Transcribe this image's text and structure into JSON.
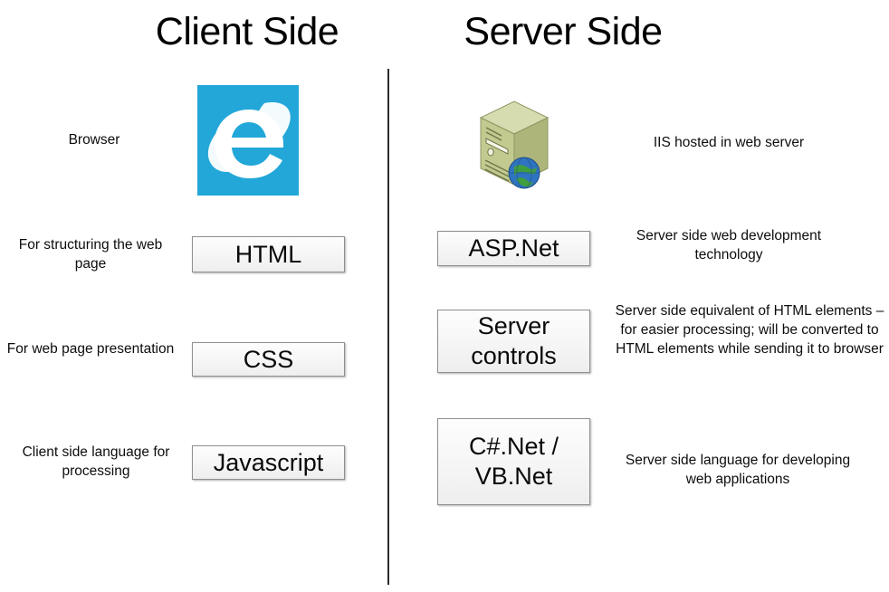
{
  "diagram": {
    "title_left": "Client Side",
    "title_right": "Server Side",
    "divider": "vertical-divider"
  },
  "client_side": {
    "title": "Client Side",
    "rows": [
      {
        "description": "Browser",
        "item": "",
        "icon": "internet-explorer-icon"
      },
      {
        "description": "For structuring the web page",
        "item": "HTML",
        "icon": ""
      },
      {
        "description": "For web page presentation",
        "item": "CSS",
        "icon": ""
      },
      {
        "description": "Client side language for processing",
        "item": "Javascript",
        "icon": ""
      }
    ]
  },
  "server_side": {
    "title": "Server Side",
    "rows": [
      {
        "item": "",
        "icon": "web-server-icon",
        "description": "IIS hosted in web server"
      },
      {
        "item": "ASP.Net",
        "icon": "",
        "description": "Server side web development technology"
      },
      {
        "item": "Server\ncontrols",
        "icon": "",
        "description": "Server side equivalent of HTML elements – for easier processing; will be converted to HTML elements while sending it to browser"
      },
      {
        "item": "C#.Net /\nVB.Net",
        "icon": "",
        "description": "Server side language for developing web applications"
      }
    ]
  },
  "colors": {
    "ie_tile": "#22a7d8",
    "ie_glyph": "#ffffff",
    "server_body": "#b5bd82",
    "server_top": "#d3d9ab",
    "server_side": "#9aa36a",
    "globe_blue": "#2b6fc4",
    "globe_green": "#3f9e3f",
    "divider": "#2b2b2e",
    "box_border": "#8f8f8f",
    "text": "#0d0d0d"
  }
}
